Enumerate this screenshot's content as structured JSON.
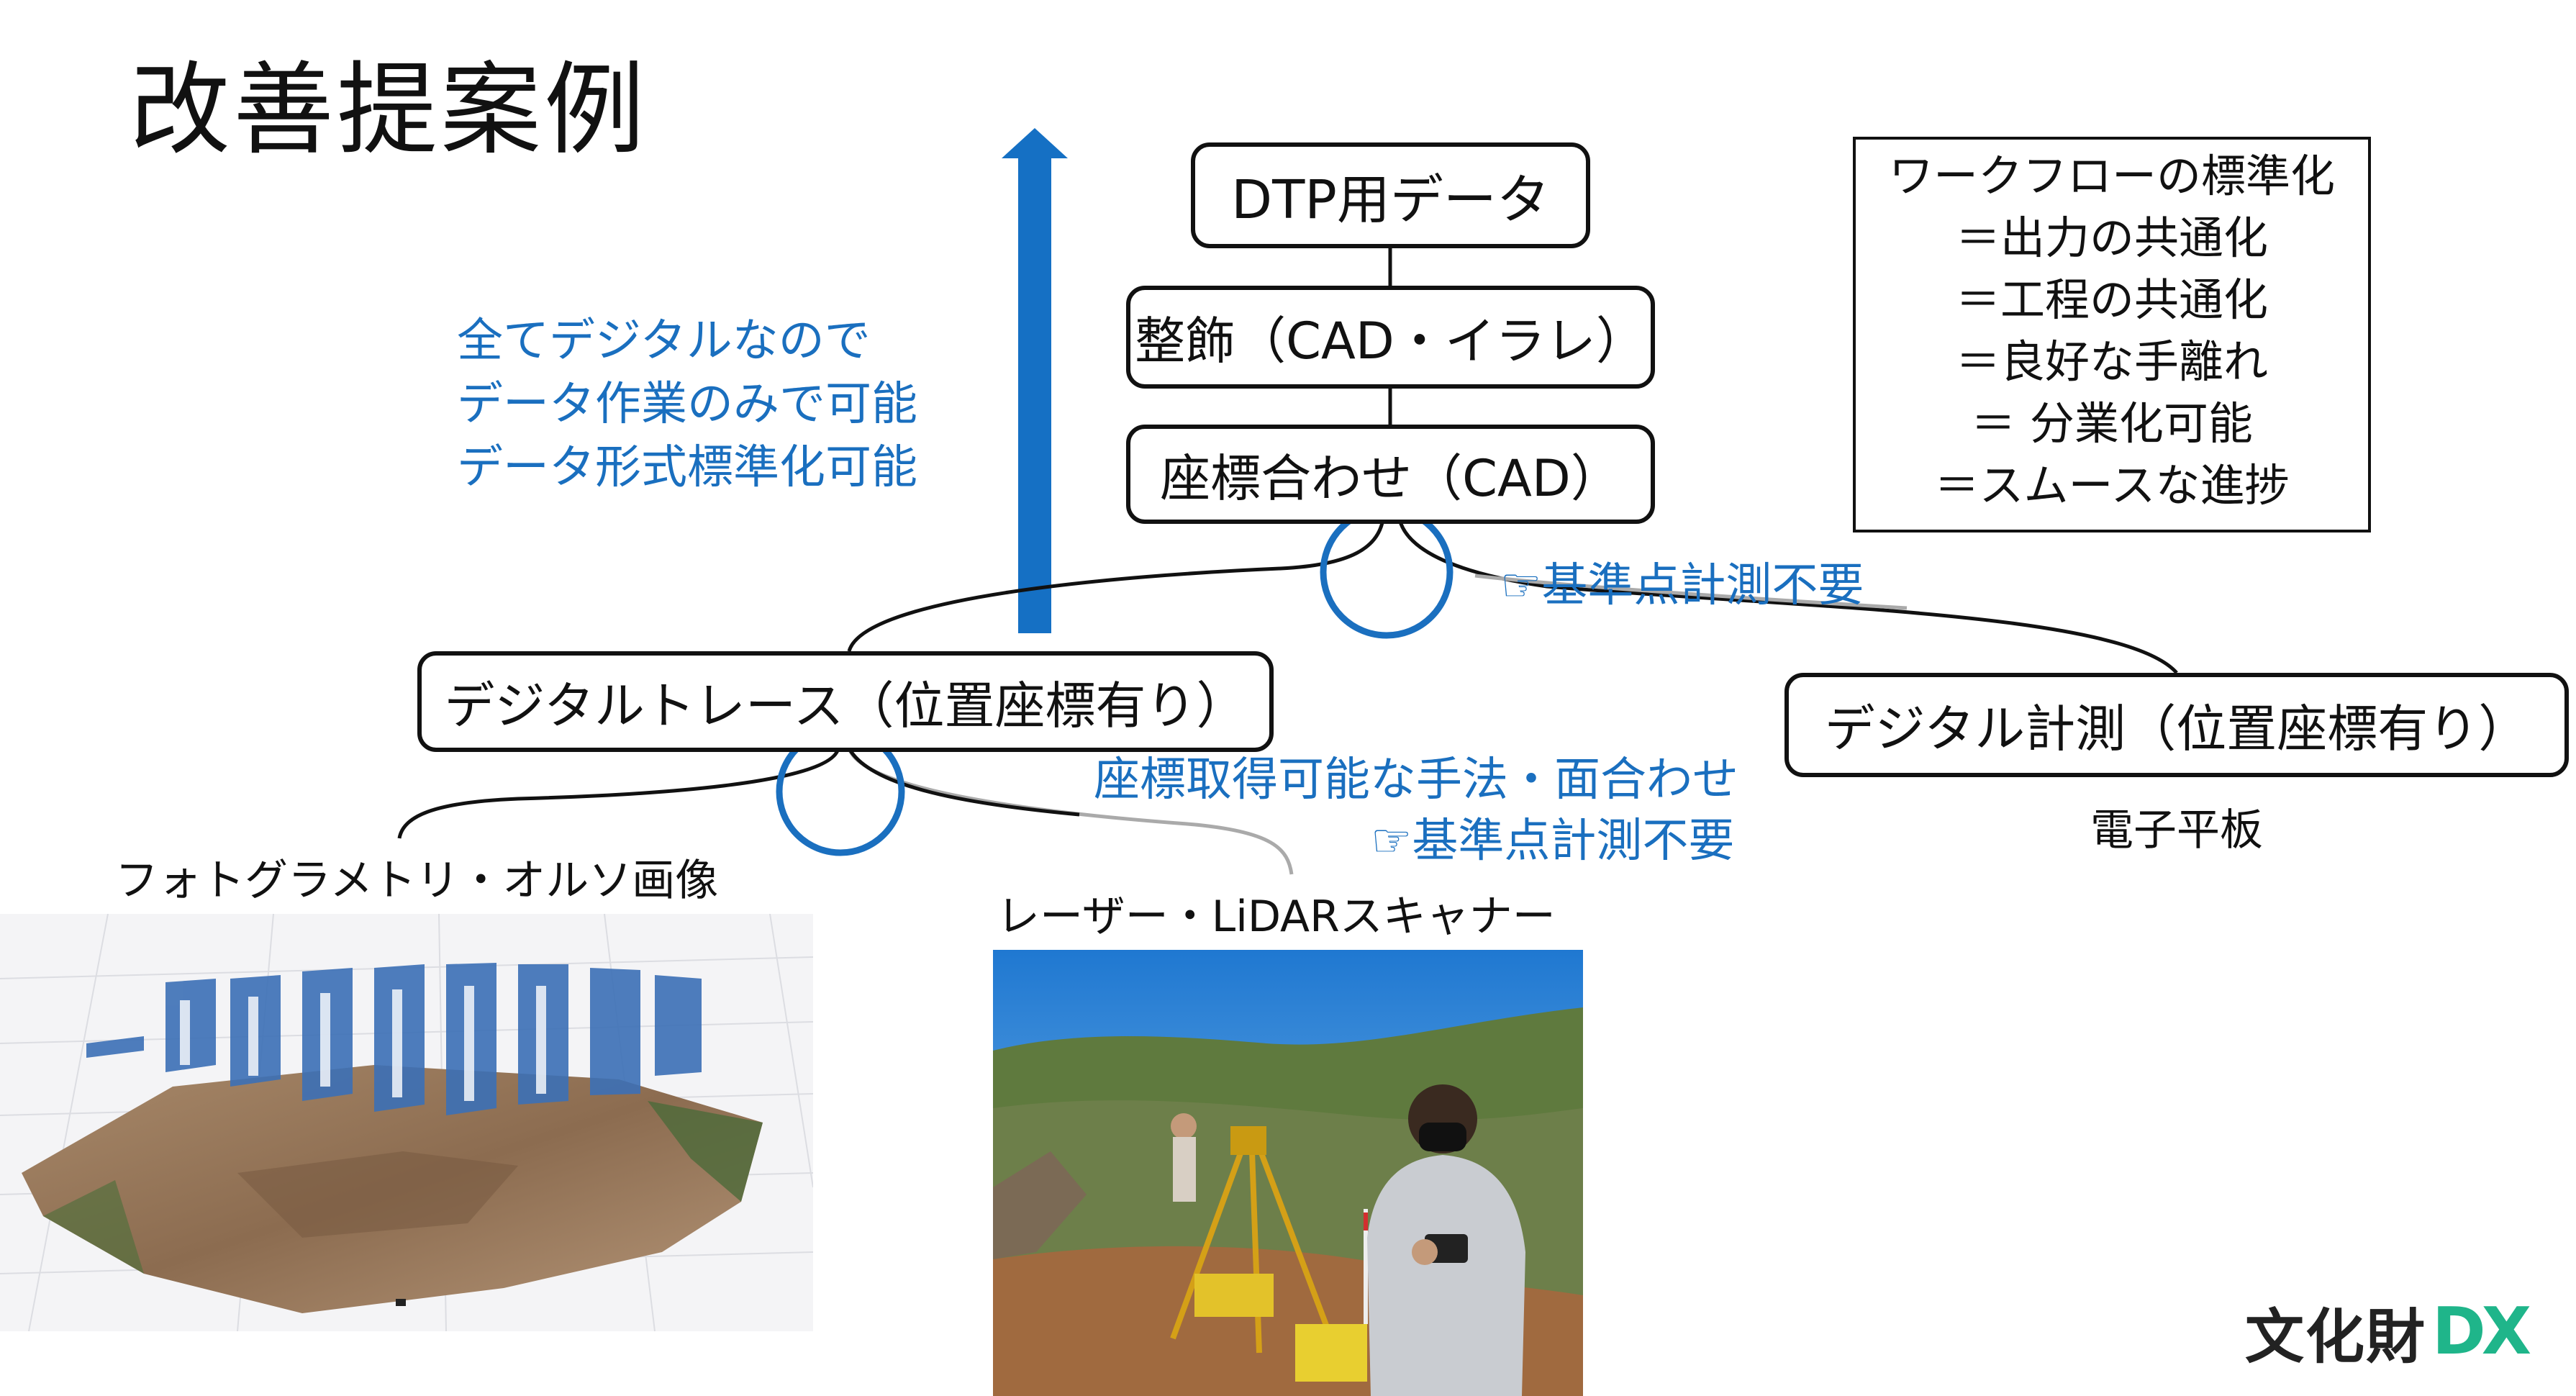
{
  "title": "改善提案例",
  "steps": {
    "dtp": "DTP用データ",
    "finish": "整飾（CAD・イラレ）",
    "align": "座標合わせ（CAD）",
    "trace": "デジタルトレース（位置座標有り）",
    "measure": "デジタル計測（位置座標有り）"
  },
  "notes": {
    "all_digital": [
      "全てデジタルなので",
      "データ作業のみで可能",
      "データ形式標準化可能"
    ],
    "no_survey_top": "☞基準点計測不要",
    "coord_method": "座標取得可能な手法・面合わせ",
    "no_survey_bottom": "☞基準点計測不要"
  },
  "workflow_box": [
    "ワークフローの標準化",
    "＝出力の共通化",
    "＝工程の共通化",
    "＝良好な手離れ",
    "＝ 分業化可能",
    "＝スムースな進捗"
  ],
  "sources": {
    "photogrammetry": "フォトグラメトリ・オルソ画像",
    "lidar": "レーザー・LiDARスキャナー",
    "tablet": "電子平板"
  },
  "logo": {
    "text": "文化財",
    "mark": "DX"
  },
  "colors": {
    "accent": "#1a6fbf",
    "logo_green": "#1fb58a",
    "arrow": "#1570c4"
  }
}
